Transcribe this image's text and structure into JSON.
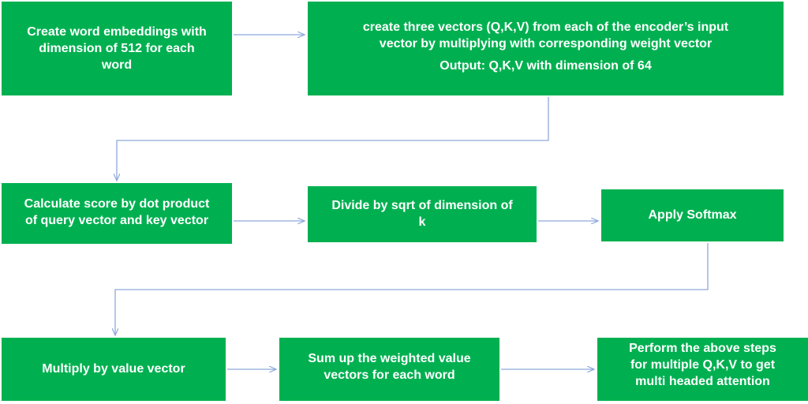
{
  "diagram": {
    "colors": {
      "box_fill": "#00b050",
      "box_text": "#ffffff",
      "connector": "#8ea9db"
    },
    "steps": [
      {
        "lines": [
          "Create word embeddings with",
          "dimension of 512 for each",
          "word"
        ]
      },
      {
        "lines": [
          "create three vectors (Q,K,V) from each of the encoder’s input",
          "vector by multiplying with corresponding weight vector"
        ],
        "output": "Output: Q,K,V with dimension of 64"
      },
      {
        "lines": [
          "Calculate score by dot product",
          "of query  vector and key vector"
        ]
      },
      {
        "lines": [
          "Divide by sqrt of dimension of",
          "k"
        ]
      },
      {
        "lines": [
          "Apply Softmax"
        ]
      },
      {
        "lines": [
          "Multiply by value vector"
        ]
      },
      {
        "lines": [
          "Sum up the weighted value",
          "vectors for each word"
        ]
      },
      {
        "lines": [
          "Perform the above steps",
          "for multiple Q,K,V to get",
          "multi headed attention"
        ]
      }
    ],
    "connectors": [
      {
        "from": "step-1",
        "to": "step-2"
      },
      {
        "from": "step-2",
        "to": "step-3"
      },
      {
        "from": "step-3",
        "to": "step-4"
      },
      {
        "from": "step-4",
        "to": "step-5"
      },
      {
        "from": "step-5",
        "to": "step-6"
      },
      {
        "from": "step-6",
        "to": "step-7"
      },
      {
        "from": "step-7",
        "to": "step-8"
      }
    ]
  }
}
